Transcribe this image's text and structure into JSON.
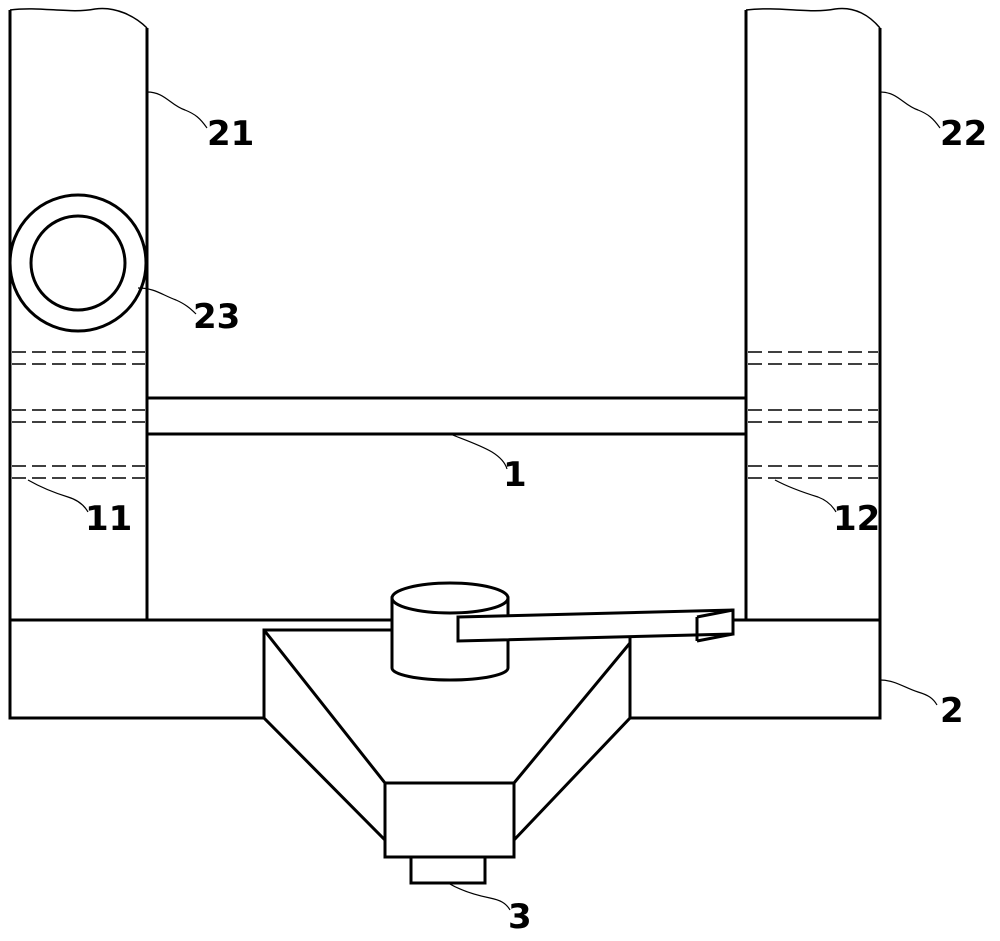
{
  "labels": {
    "crossbar": "1",
    "base_frame": "2",
    "bottom_block": "3",
    "left_hole": "11",
    "right_hole": "12",
    "left_post": "21",
    "right_post": "22",
    "ring": "23"
  }
}
